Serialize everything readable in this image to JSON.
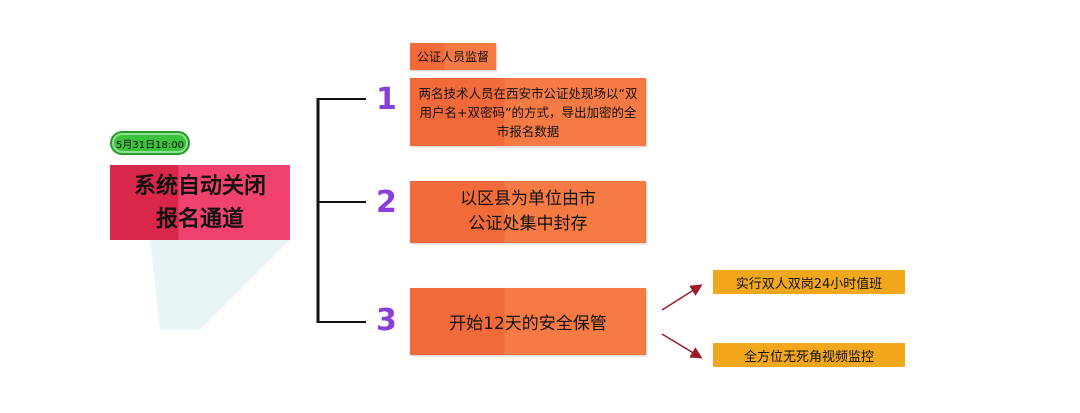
{
  "time_badge": "5月31日18:00",
  "title": {
    "line1": "系统自动关闭",
    "line2": "报名通道"
  },
  "branches": [
    {
      "number": "1",
      "label": "公证人员监督",
      "text": "两名技术人员在西安市公证处现场以“双用户名+双密码”的方式，导出加密的全市报名数据"
    },
    {
      "number": "2",
      "text": "以区县为单位由市公证处集中封存"
    },
    {
      "number": "3",
      "text": "开始12天的安全保管",
      "sub": [
        "实行双人双岗24小时值班",
        "全方位无死角视频监控"
      ]
    }
  ],
  "colors": {
    "orange": "#f26a3a",
    "pink": "#f0426c",
    "green": "#3cc23c",
    "yellow": "#f3a71c",
    "number": "#8a3fd8"
  }
}
